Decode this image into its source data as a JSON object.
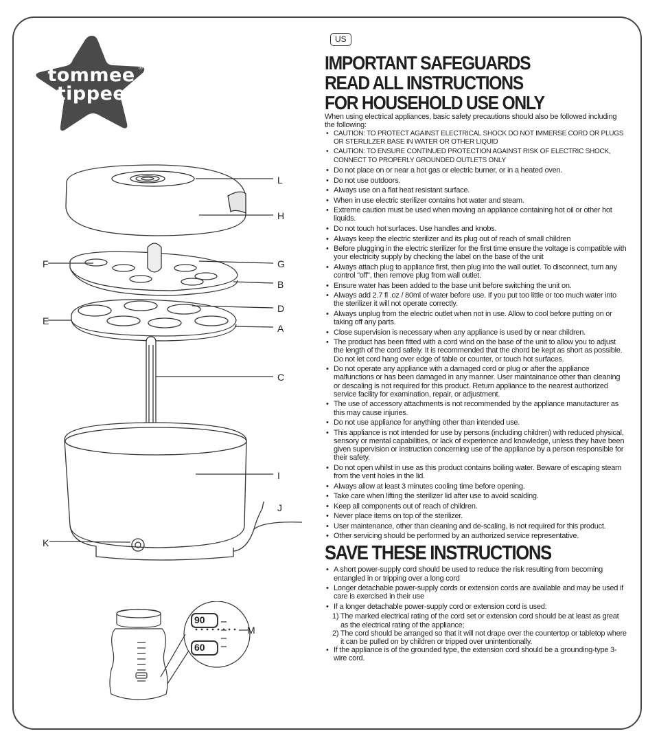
{
  "brand": {
    "line1": "tommee",
    "line2": "tippee",
    "reg": "®"
  },
  "region_badge": "US",
  "diagram": {
    "labels": [
      "L",
      "H",
      "F",
      "G",
      "B",
      "D",
      "E",
      "A",
      "C",
      "I",
      "J",
      "K",
      "M"
    ],
    "display_top": "90",
    "display_bottom": "60"
  },
  "heading_lines": [
    "IMPORTANT SAFEGUARDS",
    "READ ALL INSTRUCTIONS",
    "FOR HOUSEHOLD USE ONLY"
  ],
  "intro": "When using electrical appliances, basic safety precautions should also be followed including the following:",
  "safeguards": [
    "CAUTION: TO PROTECT AGAINST ELECTRICAL SHOCK DO NOT IMMERSE CORD OR PLUGS OR STERLILZER BASE IN WATER OR OTHER LIQUID",
    "CAUTION: TO ENSURE CONTINUED PROTECTION AGAINST RISK OF ELECTRIC SHOCK, CONNECT TO PROPERLY GROUNDED OUTLETS ONLY",
    "Do not place on or near a hot gas or electric burner, or in a heated oven.",
    "Do not use outdoors.",
    "Always use on a flat heat resistant surface.",
    "When in use electric sterilizer contains hot water and steam.",
    "Extreme caution must be used when moving an appliance containing hot oil or other hot liquids.",
    "Do not touch hot surfaces. Use handles and knobs.",
    "Always keep the electric sterilizer and its plug out of reach of small children",
    "Before plugging in the electric sterilizer for the first time ensure the voltage is compatible with your electricity supply by checking the label on the base of the unit",
    "Always attach plug to appliance first, then plug into the wall outlet. To disconnect, turn any control \"off\", then remove plug from wall outlet.",
    "Ensure water has been added to the base unit before switching the unit on.",
    "Always add 2.7 fl .oz / 80ml of water before use. If you put too little or too much water into the sterilizer it will not operate correctly.",
    "Always unplug from the electric outlet when not in use. Allow to cool before putting on or taking off any parts.",
    "Close supervision is necessary when any appliance is used by or near children.",
    "The product has been fitted with a cord wind on the base of the unit to allow you to adjust the length of the cord safely. It is recommended that the chord be kept as short as possible. Do not let cord hang over edge of table or counter, or touch hot surfaces.",
    "Do not operate any appliance with a damaged cord or plug or after the appliance malfunctions or has been damaged in any manner. User maintainance other than cleaning or descaling is not required for this product. Return appliance to the nearest authorized service facility for examination, repair, or adjustment.",
    "The use of accessory attachments is not recommended by the appliance manutacturer as this may cause injuries.",
    "Do not use appliance for anything other than intended use.",
    "This appliance is not intended for use by persons (including children) with reduced physical, sensory or mental capabilities, or lack of experience and knowledge, unless they have been given supervision or instruction concerning use of the appliance by a person responsible for their safety.",
    "Do not open whilst in use as this product contains boiling water. Beware of escaping steam from the vent holes in the lid.",
    "Always allow at least 3 minutes cooling time before opening.",
    "Take care when lifting the sterilizer lid after use to avoid scalding.",
    "Keep all components out of reach of children.",
    "Never place items on top of the sterilizer.",
    "User maintenance, other than cleaning and de-scaling, is not required for this product.",
    "Other servicing should be performed by an authorized service representative."
  ],
  "save_heading": "SAVE THESE INSTRUCTIONS",
  "save_items": [
    "A short power-supply cord should be used to reduce the risk resulting from becoming entangled in or tripping over a long cord",
    "Longer detachable power-supply cords or extension cords are available and may be used if care is exercised in their use",
    "If a longer detachable power-supply cord or extension cord is used:"
  ],
  "save_subitems": [
    "1) The marked electrical rating of the cord set or extension cord should be at least as great as the electrical rating of the appliance;",
    "2) The cord should be arranged so that it will not drape over the countertop or tabletop where it can be pulled on by children or tripped over unintentionally."
  ],
  "save_last": "If the appliance is of the grounded type, the extension cord should be a grounding-type 3-wire cord."
}
